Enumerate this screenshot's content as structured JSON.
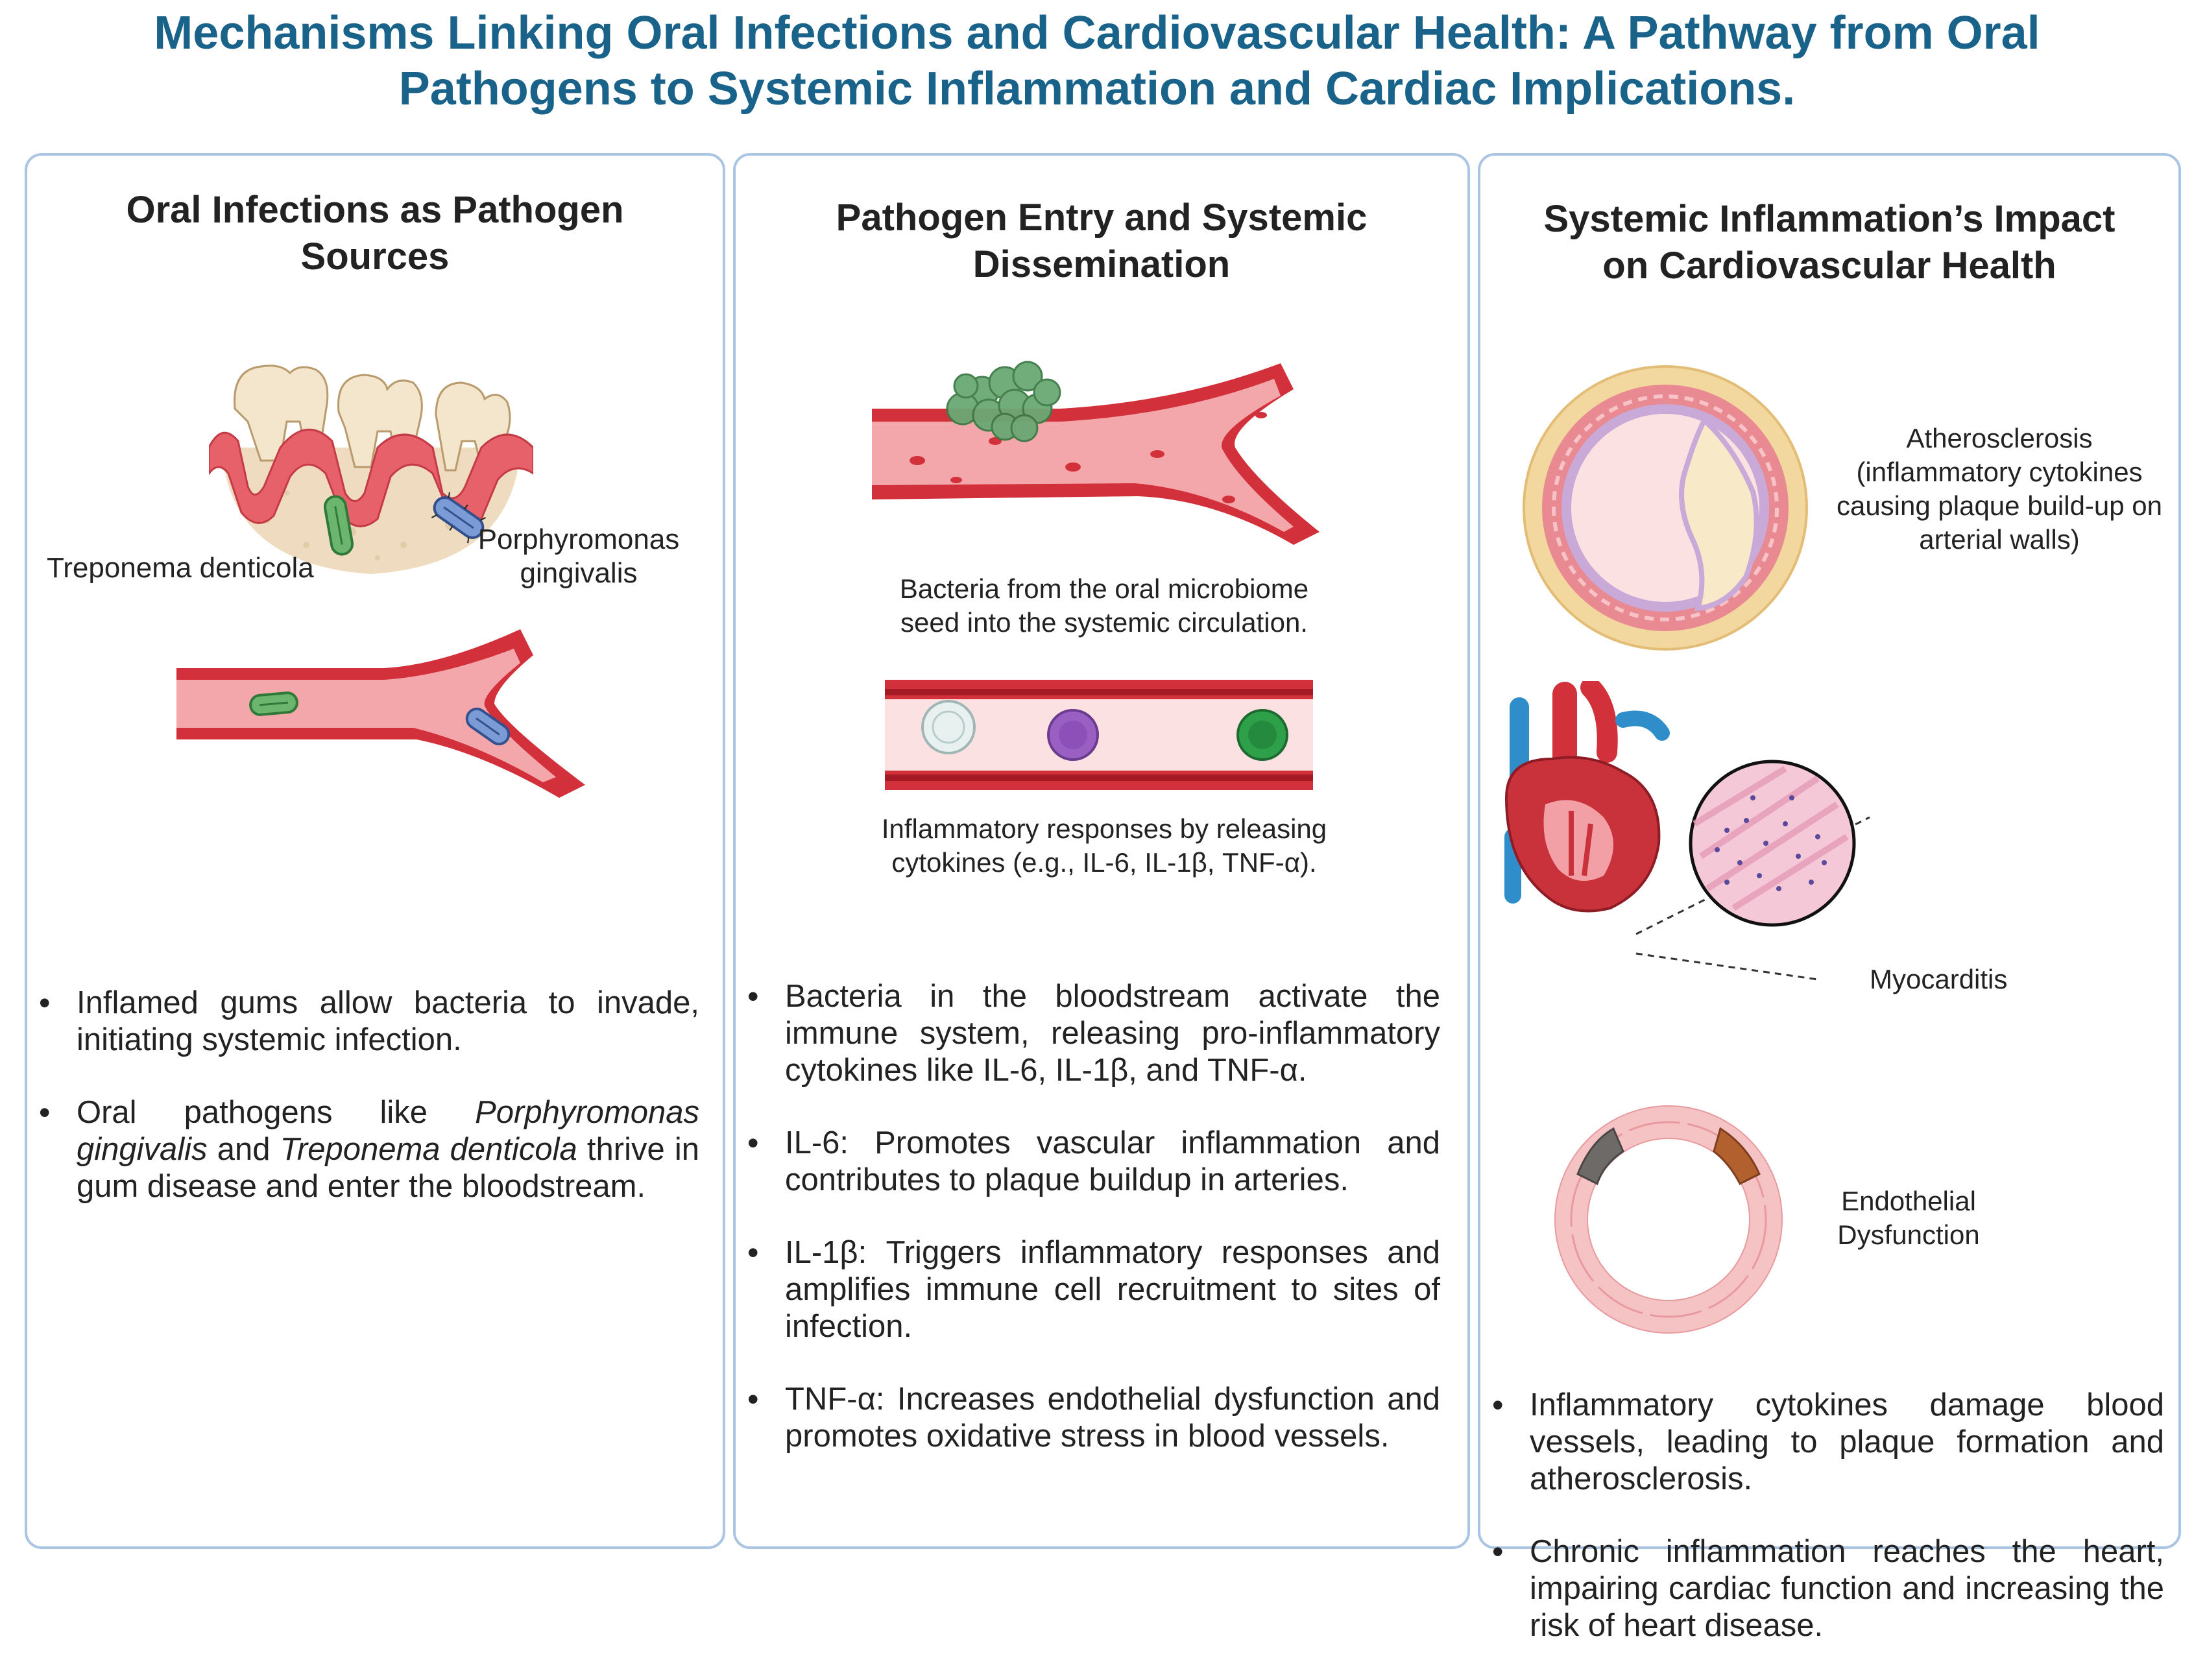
{
  "title": {
    "line1": "Mechanisms Linking Oral Infections and Cardiovascular Health: A Pathway from Oral",
    "line2": "Pathogens to Systemic Inflammation and Cardiac Implications."
  },
  "panel1": {
    "heading_line1": "Oral Infections as Pathogen",
    "heading_line2": "Sources",
    "label_treponema": "Treponema denticola",
    "label_porphyromonas_1": "Porphyromonas",
    "label_porphyromonas_2": "gingivalis",
    "bullet1": "Inflamed gums allow bacteria to invade, initiating systemic infection.",
    "bullet2": {
      "part1": "Oral pathogens like",
      "italic1": "Porphyromonas gingivalis",
      "part2": "and",
      "italic2": "Treponema denticola",
      "part3": "thrive in gum disease and enter the bloodstream."
    }
  },
  "panel2": {
    "heading_line1": "Pathogen Entry and Systemic",
    "heading_line2": "Dissemination",
    "caption1_line1": "Bacteria from the oral microbiome",
    "caption1_line2": "seed into the systemic circulation.",
    "caption2_line1": "Inflammatory responses by releasing",
    "caption2_line2": "cytokines (e.g., IL-6, IL-1β, TNF-α).",
    "bullets": [
      "Bacteria in the bloodstream activate the immune system, releasing pro-inflammatory cytokines like IL-6, IL-1β, and TNF-α.",
      "IL-6: Promotes vascular inflammation and contributes to plaque buildup in arteries.",
      "IL-1β: Triggers inflammatory responses and amplifies immune cell recruitment to sites of infection.",
      "TNF-α: Increases endothelial dysfunction and promotes oxidative stress in blood vessels."
    ]
  },
  "panel3": {
    "heading_line1": "Systemic Inflammation’s Impact",
    "heading_line2": "on Cardiovascular Health",
    "athero_line1": "Atherosclerosis",
    "athero_line2": "(inflammatory cytokines",
    "athero_line3": "causing plaque build-up on",
    "athero_line4": "arterial walls)",
    "myocarditis": "Myocarditis",
    "endo_line1": "Endothelial",
    "endo_line2": "Dysfunction",
    "bullets": [
      "Inflammatory cytokines damage blood vessels, leading to plaque formation and atherosclerosis.",
      "Chronic inflammation reaches the heart, impairing cardiac function and increasing the risk of heart disease."
    ]
  },
  "colors": {
    "title": "#19628a",
    "panel_border": "#a9c5e3",
    "vessel": "#d2313b",
    "vessel_inner": "#f4a7aa",
    "bacteria_green": "#5aa35e",
    "bacteria_blue": "#5b7fbd"
  }
}
